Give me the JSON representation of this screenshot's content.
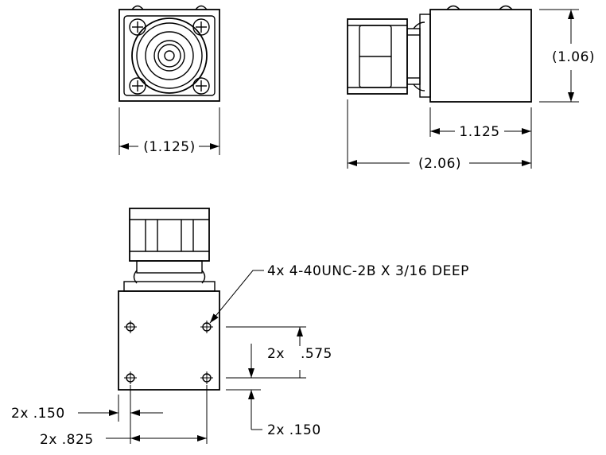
{
  "views": {
    "front": {
      "width_dim": "(1.125)"
    },
    "side": {
      "height_dim": "(1.06)",
      "body_width_dim": "1.125",
      "overall_length_dim": "(2.06)"
    },
    "bottom": {
      "hole_callout": "4x 4-40UNC-2B X 3/16 DEEP",
      "hole_spacing_vertical": "2x .575",
      "hole_spacing_vertical_prefix": "2x",
      "hole_spacing_vertical_value": ".575",
      "edge_offset_vertical": "2x .150",
      "edge_offset_horizontal": "2x .150",
      "hole_spacing_horizontal": "2x .825"
    }
  }
}
